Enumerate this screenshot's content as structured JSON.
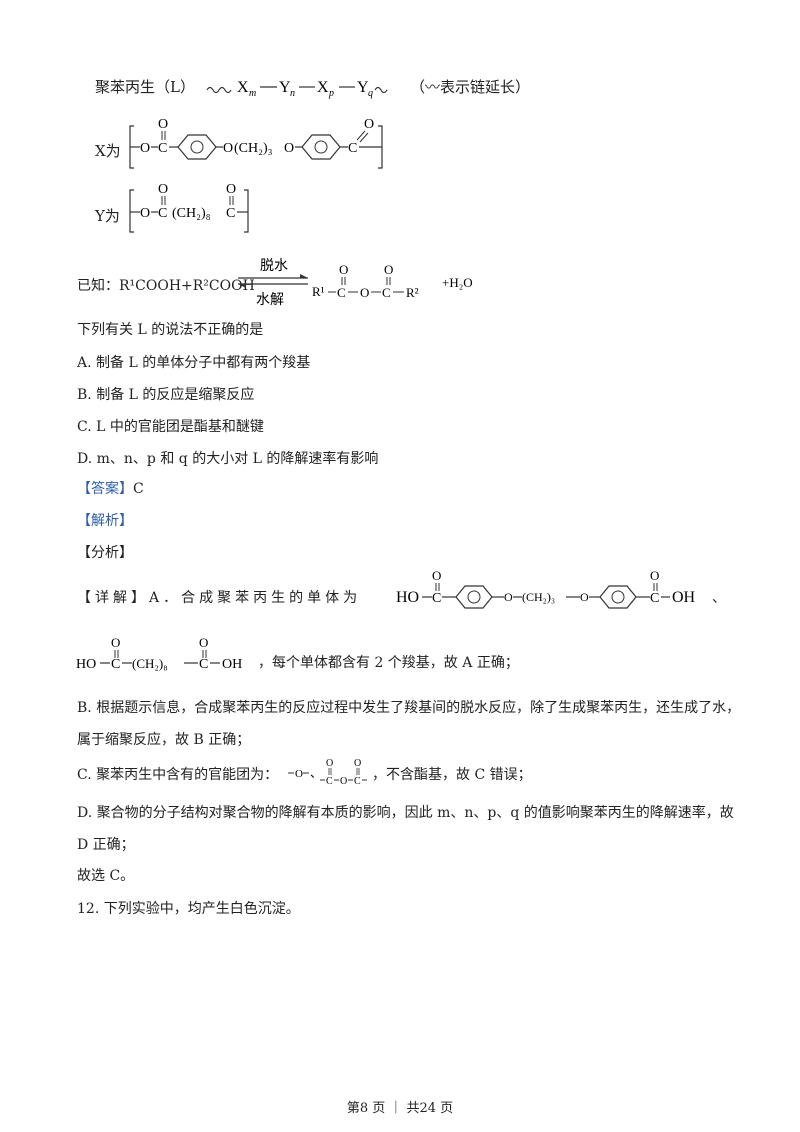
{
  "header": {
    "line1_prefix": "聚苯丙生（L）",
    "m": "m",
    "n": "n",
    "p": "p",
    "q": "q",
    "X": "X",
    "Y": "Y",
    "chain_note": "（〰表示链延长）",
    "x_label": "X为",
    "y_label": "Y为"
  },
  "known": {
    "prefix": "已知：",
    "reactants": "R¹COOH+R²COOH",
    "forward": "脱水",
    "backward": "水解",
    "water": "+H₂O",
    "r1": "R¹",
    "r2": "R²"
  },
  "question": {
    "stem": "下列有关 L 的说法不正确的是",
    "options": [
      "A.  制备 L 的单体分子中都有两个羧基",
      "B.  制备 L 的反应是缩聚反应",
      "C.  L 中的官能团是酯基和醚键",
      "D.  m、n、p 和 q 的大小对 L 的降解速率有影响"
    ]
  },
  "answer": {
    "answer_tag": "【答案】",
    "answer_value": "C",
    "analysis_tag": "【解析】",
    "fenxi_tag": "【分析】",
    "detail_prefix": "【详解】A．合成聚苯丙生的单体为",
    "detail_a_tail": "、",
    "detail_a_line2": "，每个单体都含有 2 个羧基，故 A 正确；",
    "detail_b1": "B. 根据题示信息，合成聚苯丙生的反应过程中发生了羧基间的脱水反应，除了生成聚苯丙生，还生成了水，",
    "detail_b2": "属于缩聚反应，故 B 正确；",
    "detail_c_prefix": "C.  聚苯丙生中含有的官能团为：",
    "detail_c_tail": "，不含酯基，故 C 错误；",
    "detail_d1": "D. 聚合物的分子结构对聚合物的降解有本质的影响，因此 m、n、p、q 的值影响聚苯丙生的降解速率，故",
    "detail_d2": "D 正确；",
    "conclusion": "故选 C。"
  },
  "next_question": "12. 下列实验中，均产生白色沉淀。",
  "footer": "第8 页 ｜ 共24 页",
  "formula_text": {
    "ho": "HO",
    "oh": "OH",
    "o": "O",
    "c": "C",
    "ch2_3": "(CH₂)₃",
    "ch2_8": "(CH₂)₈",
    "ch2": "(CH₂)"
  }
}
